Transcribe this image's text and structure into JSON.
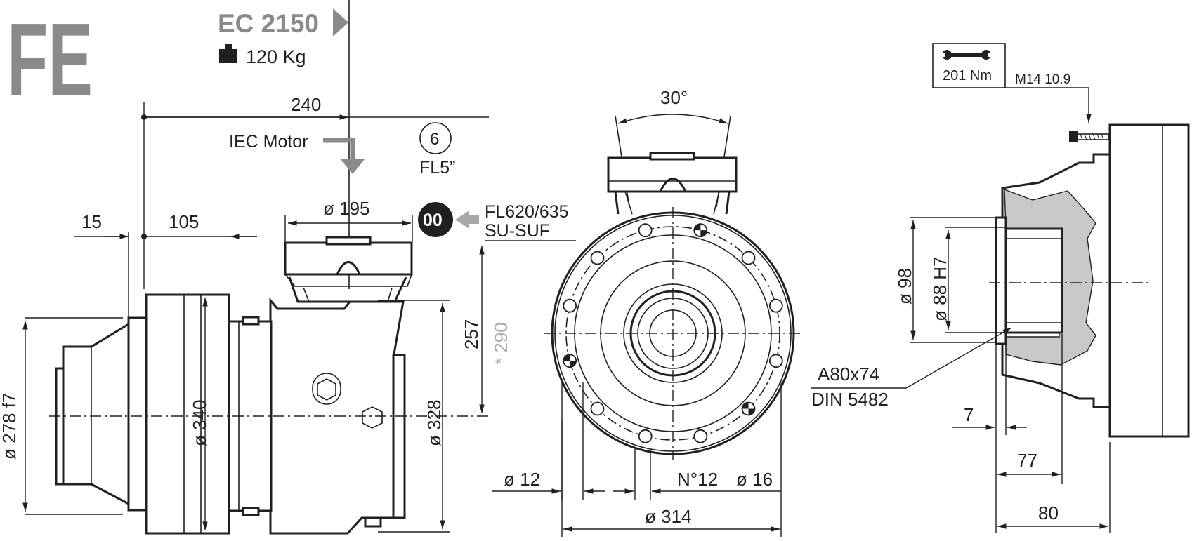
{
  "header": {
    "series_code": "FE",
    "model": "EC 2150",
    "weight": "120 Kg"
  },
  "colors": {
    "line": "#231f20",
    "title_gray": "#8a8a8a",
    "section_fill": "#c8c8c8",
    "note_gray": "#a8a8a8"
  },
  "side_view": {
    "dim_240": "240",
    "input_label": "IEC Motor",
    "flange_option_number": "6",
    "flange_option_label": "FL5”",
    "dim_15": "15",
    "dim_105": "105",
    "dim_dia_195": "ø 195",
    "flange_badge": "00",
    "flange_ref_line1": "FL620/635",
    "flange_ref_line2": "SU-SUF",
    "dim_257": "257",
    "dim_290": "* 290",
    "dim_dia_278": "ø 278 f7",
    "dim_dia_340": "ø 340",
    "dim_dia_328": "ø 328"
  },
  "front_view": {
    "angle": "30°",
    "dim_dia_12": "ø 12",
    "hole_count": "N°12",
    "dim_dia_16": "ø 16",
    "dim_dia_314": "ø 314"
  },
  "section_view": {
    "torque": "201 Nm",
    "bolt_spec": "M14  10.9",
    "dim_dia_98": "ø 98",
    "dim_dia_88": "ø 88 H7",
    "spline_line1": "A80x74",
    "spline_line2": "DIN 5482",
    "dim_7": "7",
    "dim_77": "77",
    "dim_80": "80"
  }
}
